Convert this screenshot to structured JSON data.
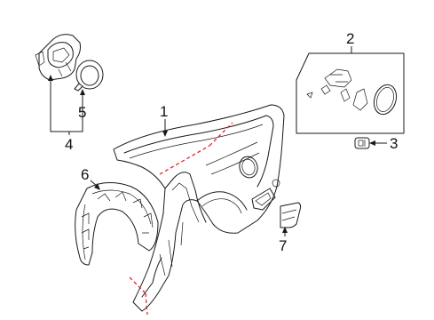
{
  "callouts": [
    {
      "id": "1",
      "label": "1"
    },
    {
      "id": "2",
      "label": "2"
    },
    {
      "id": "3",
      "label": "3"
    },
    {
      "id": "4",
      "label": "4"
    },
    {
      "id": "5",
      "label": "5"
    },
    {
      "id": "6",
      "label": "6"
    },
    {
      "id": "7",
      "label": "7"
    }
  ],
  "colors": {
    "line": "#1a1a1a",
    "cut_line": "#e0161b",
    "background": "#ffffff"
  }
}
